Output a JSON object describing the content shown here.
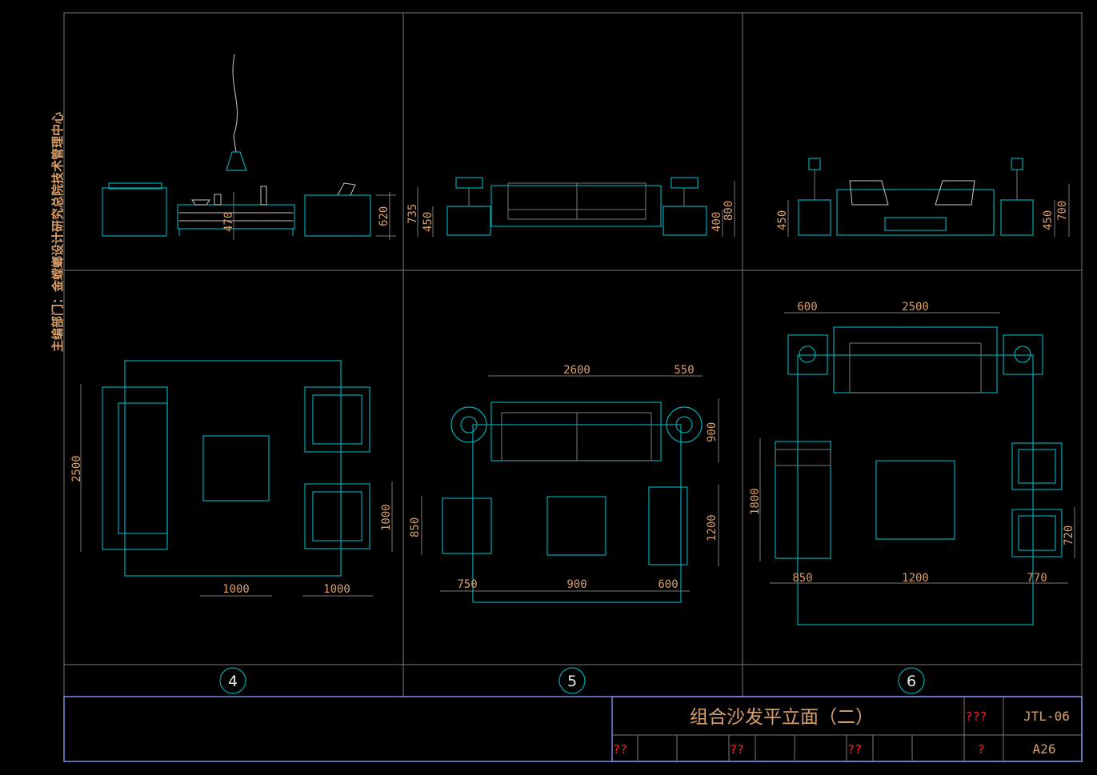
{
  "side_note": "主编部门：金螳螂设计研究总院技术管理中心",
  "title_block": {
    "title": "组合沙发平立面（二）",
    "label_1": "???",
    "drawing_no": "JTL-06",
    "label_2": "??",
    "label_3": "??",
    "label_4": "??",
    "label_5": "?",
    "sheet": "A26"
  },
  "panels": [
    {
      "number": "4",
      "elevation_dims": [
        "470",
        "620"
      ],
      "plan_dims": [
        "2500",
        "1000",
        "1000",
        "1000"
      ]
    },
    {
      "number": "5",
      "elevation_dims": [
        "735",
        "450",
        "400",
        "800"
      ],
      "plan_dims": [
        "2600",
        "550",
        "900",
        "850",
        "1200",
        "750",
        "900",
        "600"
      ]
    },
    {
      "number": "6",
      "elevation_dims": [
        "450",
        "450",
        "700"
      ],
      "plan_dims": [
        "600",
        "2500",
        "1800",
        "720",
        "850",
        "1200",
        "770"
      ]
    }
  ],
  "colors": {
    "furniture": "#00a8b0",
    "dimension": "#7a7a7a",
    "text": "#d9a06a",
    "frame": "#8aa0ff"
  }
}
